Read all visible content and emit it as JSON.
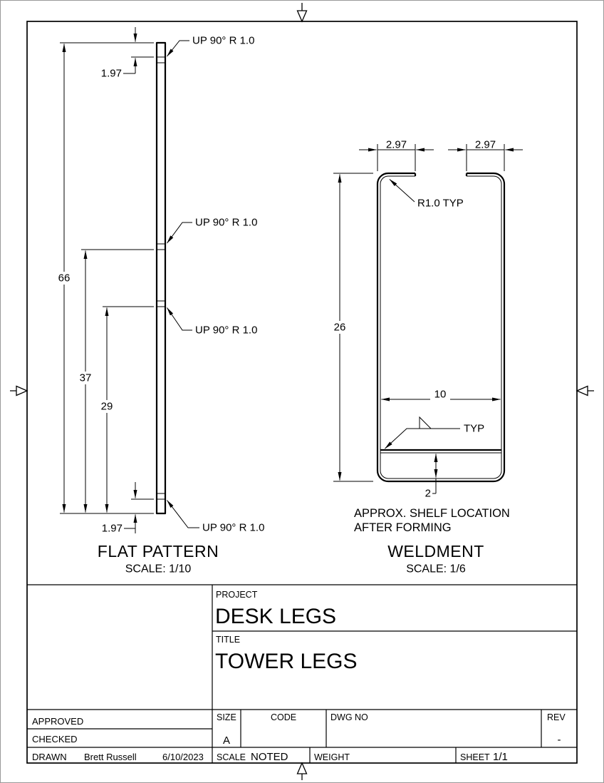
{
  "sheet": {
    "paper_color": "#ffffff",
    "line_color": "#000000"
  },
  "flat_pattern": {
    "title": "FLAT PATTERN",
    "scale_note": "SCALE: 1/10",
    "bend_note_1": "UP 90° R 1.0",
    "bend_note_2": "UP 90° R 1.0",
    "bend_note_3": "UP 90° R 1.0",
    "bend_note_4": "UP 90° R 1.0",
    "dim_top_flange": "1.97",
    "dim_overall_length": "66",
    "dim_second_bend": "37",
    "dim_third_bend": "29",
    "dim_bottom_flange": "1.97"
  },
  "weldment": {
    "title": "WELDMENT",
    "scale_note": "SCALE: 1/6",
    "dim_left_flange": "2.97",
    "dim_right_flange": "2.97",
    "dim_height": "26",
    "dim_width": "10",
    "dim_shelf_offset": "2",
    "radius_note": "R1.0 TYP",
    "weld_typ_note": "TYP",
    "shelf_note_line1": "APPROX. SHELF LOCATION",
    "shelf_note_line2": "AFTER FORMING"
  },
  "title_block": {
    "project_label": "PROJECT",
    "project_name": "DESK LEGS",
    "title_label": "TITLE",
    "title_name": "TOWER LEGS",
    "approved_label": "APPROVED",
    "checked_label": "CHECKED",
    "drawn_label": "DRAWN",
    "drawn_by": "Brett Russell",
    "drawn_date": "6/10/2023",
    "size_label": "SIZE",
    "size_value": "A",
    "code_label": "CODE",
    "dwg_no_label": "DWG NO",
    "rev_label": "REV",
    "rev_value": "-",
    "scale_label": "SCALE",
    "scale_value": "NOTED",
    "weight_label": "WEIGHT",
    "sheet_label": "SHEET",
    "sheet_value": "1/1"
  }
}
